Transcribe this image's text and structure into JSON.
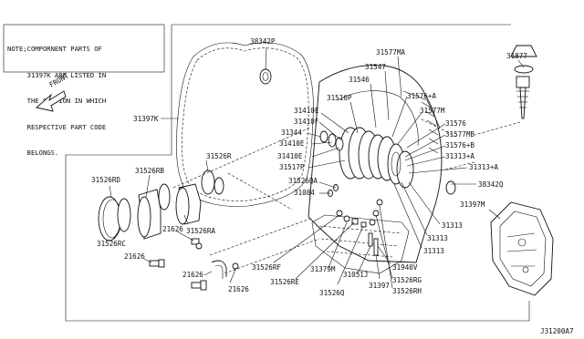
{
  "note": {
    "lines": [
      "NOTE;COMPORNENT PARTS OF",
      "     31397K ARE LISTED IN",
      "     THE SECTION IN WHICH",
      "     RESPECTIVE PART CODE",
      "     BELONGS."
    ]
  },
  "front_label": "FRONT",
  "diagram_code": "J31200A7",
  "labels": [
    "38342P",
    "31577MA",
    "31547",
    "31546",
    "31576+A",
    "31516P",
    "31577M",
    "31410E",
    "31410F",
    "31576",
    "31344",
    "31577MB",
    "31410E",
    "31576+B",
    "31410E",
    "31313+A",
    "31517P",
    "31313+A",
    "31526QA",
    "38342Q",
    "31084",
    "31397K",
    "31877",
    "31526RD",
    "31526RB",
    "31526R",
    "31526RA",
    "31526RC",
    "21626",
    "21626",
    "21626",
    "21626",
    "31526RF",
    "31379M",
    "31526RE",
    "31526Q",
    "31051J",
    "31397",
    "31526RG",
    "31526RH",
    "31940V",
    "31313",
    "31313",
    "31313",
    "31397M"
  ]
}
